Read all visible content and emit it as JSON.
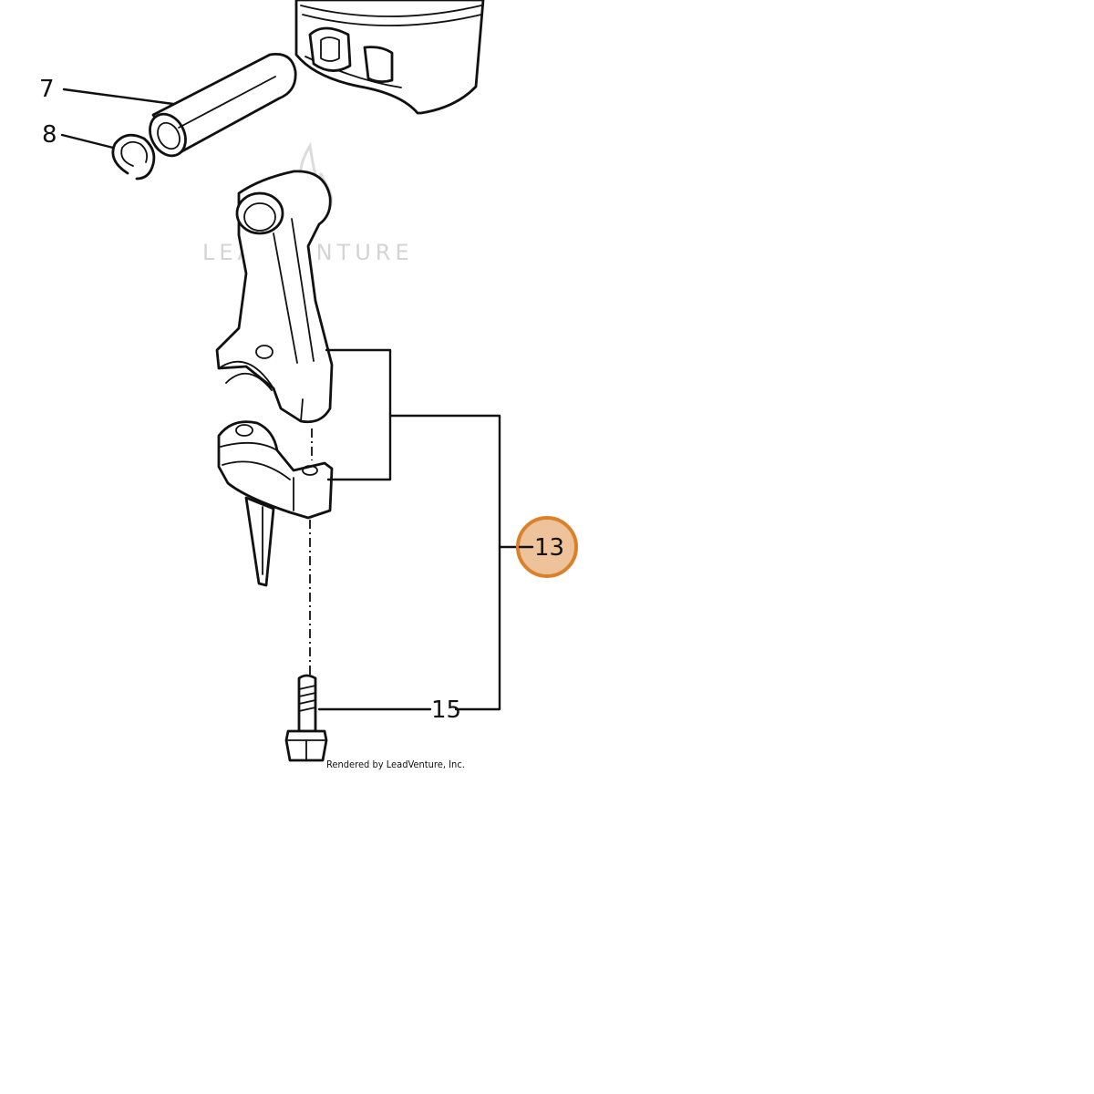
{
  "callouts": {
    "piston_pin": "7",
    "snap_ring": "8",
    "connecting_rod_assembly": "13",
    "rod_bolt": "15"
  },
  "watermark": "LEADVENTURE",
  "credit": "Rendered by LeadVenture, Inc.",
  "colors": {
    "highlight_fill": "#eec29a",
    "highlight_stroke": "#d9822b",
    "line": "#111111",
    "watermark": "#d4d4d4"
  }
}
